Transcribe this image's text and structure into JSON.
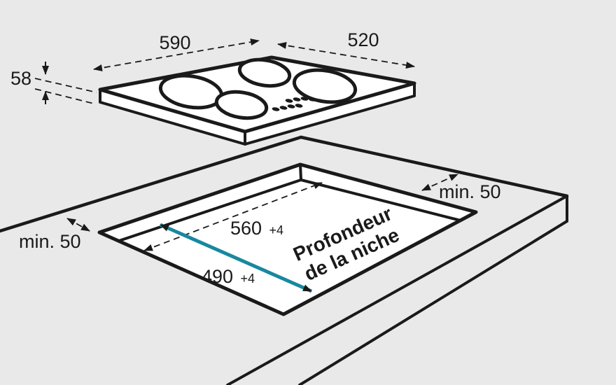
{
  "colors": {
    "background": "#e9e9e9",
    "line": "#1a1a1a",
    "accent": "#17889f",
    "surface": "#ffffff"
  },
  "cooktop_dimensions": {
    "width": "590",
    "depth": "520",
    "height": "58"
  },
  "niche_dimensions": {
    "width_value": "560",
    "width_tolerance": "+4",
    "depth_value": "490",
    "depth_tolerance": "+4",
    "caption_line1": "Profondeur",
    "caption_line2": "de la niche",
    "clearance_left": "min. 50",
    "clearance_right": "min. 50"
  }
}
